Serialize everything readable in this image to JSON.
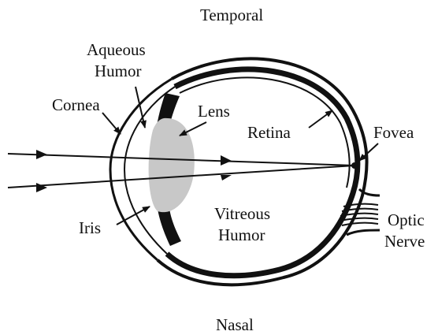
{
  "diagram": {
    "orientation": {
      "top": "Temporal",
      "bottom": "Nasal"
    },
    "labels": {
      "aqueous_line1": "Aqueous",
      "aqueous_line2": "Humor",
      "cornea": "Cornea",
      "lens": "Lens",
      "retina": "Retina",
      "fovea": "Fovea",
      "iris": "Iris",
      "vitreous_line1": "Vitreous",
      "vitreous_line2": "Humor",
      "optic_line1": "Optic",
      "optic_line2": "Nerve"
    },
    "colors": {
      "ink": "#111111",
      "lens_fill": "#c8c8c8",
      "background": "#ffffff"
    }
  }
}
